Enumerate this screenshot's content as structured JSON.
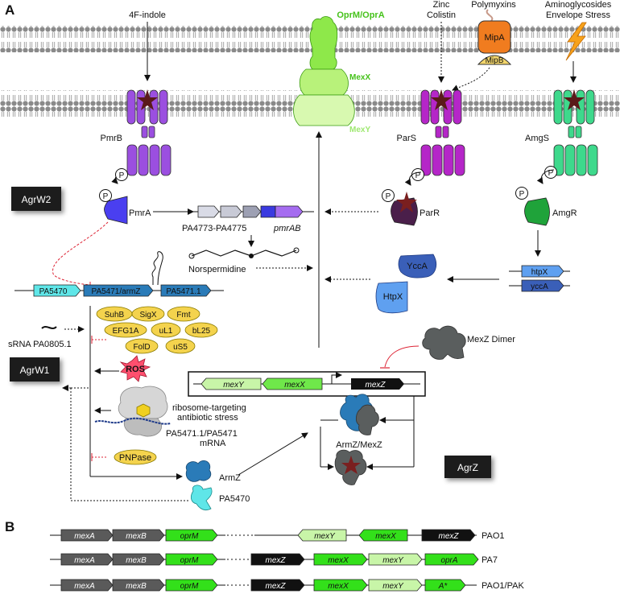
{
  "panels": {
    "a": "A",
    "b": "B"
  },
  "signals": {
    "indole": "4F-indole",
    "zinc": "Zinc",
    "colistin": "Colistin",
    "polymyxins": "Polymyxins",
    "amino1": "Aminoglycosides",
    "amino2": "Envelope Stress"
  },
  "pump": {
    "oprm": "OprM/OprA",
    "mexx": "MexX",
    "mexy": "MexY"
  },
  "proteins": {
    "mipa": "MipA",
    "mipb": "MipB",
    "pmrb": "PmrB",
    "pars": "ParS",
    "amgs": "AmgS",
    "pmra": "PmrA",
    "parr": "ParR",
    "amgr": "AmgR",
    "p": "P",
    "ycca": "YccA",
    "htpx": "HtpX"
  },
  "boxes": {
    "agrw2": "AgrW2",
    "agrw1": "AgrW1",
    "agrz": "AgrZ"
  },
  "labels": {
    "pa4773": "PA4773-PA4775",
    "pmrab": "pmrAB",
    "norsper": "Norspermidine",
    "srna": "sRNA PA0805.1",
    "ribo1": "ribosome-targeting",
    "ribo2": "antibiotic stress",
    "mrna1": "PA5471.1/PA5471",
    "mrna2": "mRNA",
    "armz": "ArmZ",
    "pa5470": "PA5470",
    "dimer": "MexZ Dimer",
    "armzmexz": "ArmZ/MexZ"
  },
  "operon_armz": [
    "PA5470",
    "PA5471/armZ",
    "PA5471.1"
  ],
  "operon_htpx": [
    "htpX",
    "yccA"
  ],
  "operon_mexz": [
    "mexY",
    "mexX",
    "mexZ"
  ],
  "ros": "ROS",
  "pnpase": "PNPase",
  "bubbles": [
    "SuhB",
    "SigX",
    "Fmt",
    "EFG1A",
    "uL1",
    "bL25",
    "FolD",
    "uS5"
  ],
  "panel_b": [
    {
      "strain": "PAO1",
      "left": [
        "mexA",
        "mexB",
        "oprM"
      ],
      "right": [
        "mexY",
        "mexX",
        "mexZ"
      ]
    },
    {
      "strain": "PA7",
      "left": [
        "mexA",
        "mexB",
        "oprM"
      ],
      "right": [
        "mexZ",
        "mexX",
        "mexY",
        "oprA"
      ]
    },
    {
      "strain": "PAO1/PAK",
      "left": [
        "mexA",
        "mexB",
        "oprM"
      ],
      "right": [
        "mexZ",
        "mexX",
        "mexY",
        "A*"
      ]
    }
  ],
  "colors": {
    "pmr": "#9b4fe0",
    "par": "#b526c8",
    "amg": "#3ed98c",
    "pump": "#7ee33a",
    "mexz": "#111111",
    "armz": "#2a7bb8",
    "grey": "#4d4d4d"
  }
}
